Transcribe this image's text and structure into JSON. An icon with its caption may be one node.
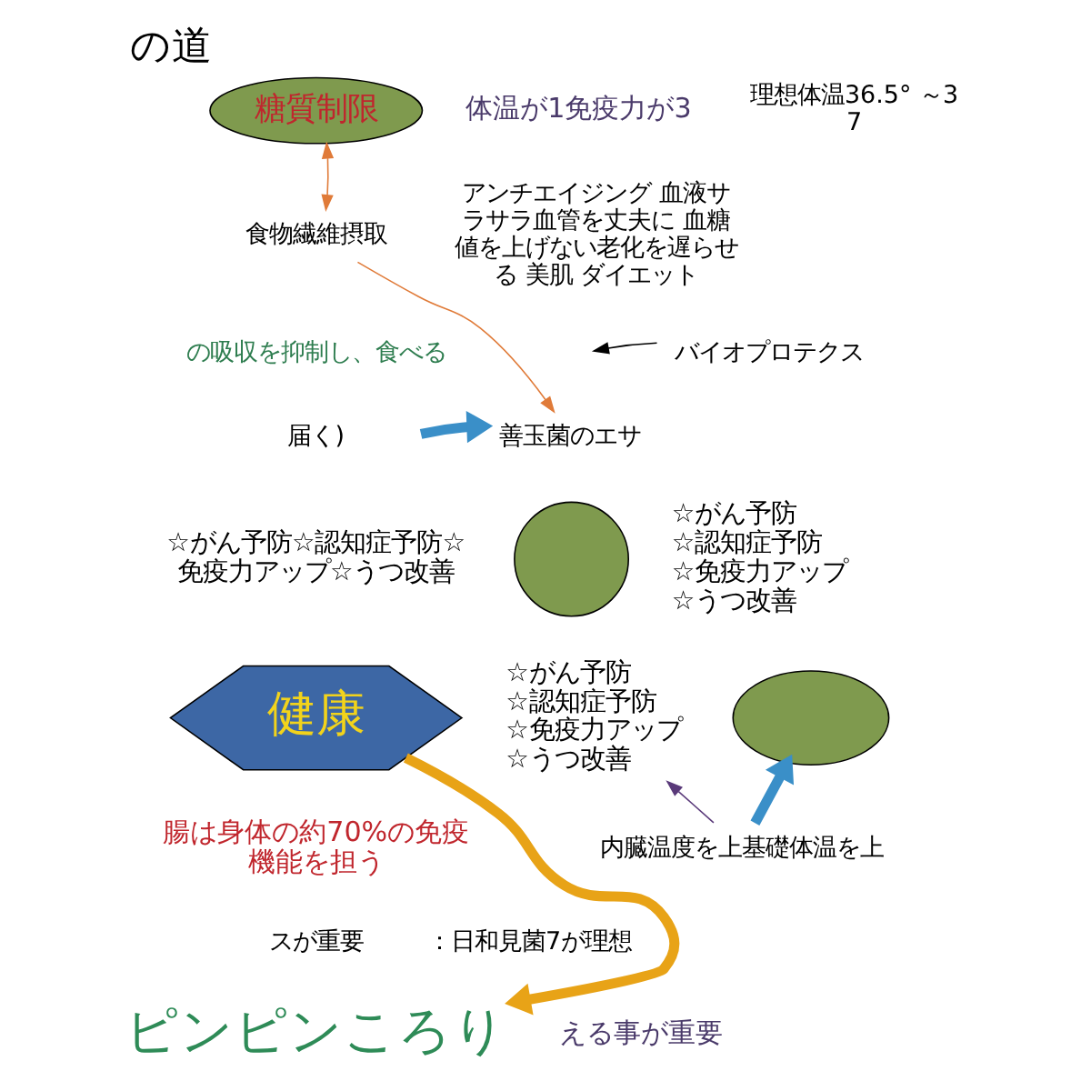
{
  "diagram": {
    "title": "の道",
    "nodes": [
      {
        "text": [
          "糖質制限"
        ]
      },
      {
        "text": [
          "食物繊維摂取"
        ]
      },
      {
        "text": [
          "バイオプロテクス"
        ]
      },
      {
        "text": [
          "善玉菌のエサ"
        ]
      },
      {
        "text": [],
        "shape": "circle"
      },
      {
        "text": [
          "☆がん予防",
          "☆認知症予防",
          "☆免疫力アップ",
          "☆うつ改善"
        ]
      },
      {
        "text": [
          "健康"
        ]
      },
      {
        "text": [],
        "shape": "ellipse"
      },
      {
        "text": [
          "☆がん予防",
          "☆認知症予防",
          "☆免疫力アップ",
          "☆うつ改善"
        ]
      },
      {
        "text": [
          "内臓温度を上基礎体温を上"
        ]
      },
      {
        "text": [
          "ピンピンころり"
        ]
      }
    ],
    "edges": [
      {
        "from": 1,
        "to": 0,
        "arrow": "both",
        "color": "#e07b39"
      },
      {
        "from": 1,
        "to": 3,
        "arrow": "to",
        "color": "#e07b39"
      },
      {
        "from": 2,
        "to": null,
        "arrow": "to",
        "color": "#000000"
      },
      {
        "from": null,
        "to": 3,
        "arrow": "to",
        "style": "thick",
        "color": "#3a8fc8"
      },
      {
        "from": 6,
        "to": 10,
        "arrow": "to",
        "style": "thick",
        "color": "#e8a317"
      },
      {
        "from": 9,
        "to": 8,
        "arrow": "to",
        "color": "#5a3a7a"
      },
      {
        "from": 9,
        "to": 7,
        "arrow": "to",
        "style": "thick",
        "color": "#3a8fc8"
      }
    ],
    "labels": [
      "体温が1免疫力が3",
      "の吸収を抑制し、食べる",
      "アンチエイジング 血液サラサラ血管を丈夫に 血糖値を上げない老化を遅らせる 美肌 ダイエット",
      "理想体温36.5° ～37",
      "届く)",
      "☆がん予防☆認知症予防☆免疫力アップ☆うつ改善",
      "腸は身体の約70%の免疫機能を担う",
      "スが重要",
      "：日和見菌7が理想",
      "える事が重要"
    ]
  }
}
